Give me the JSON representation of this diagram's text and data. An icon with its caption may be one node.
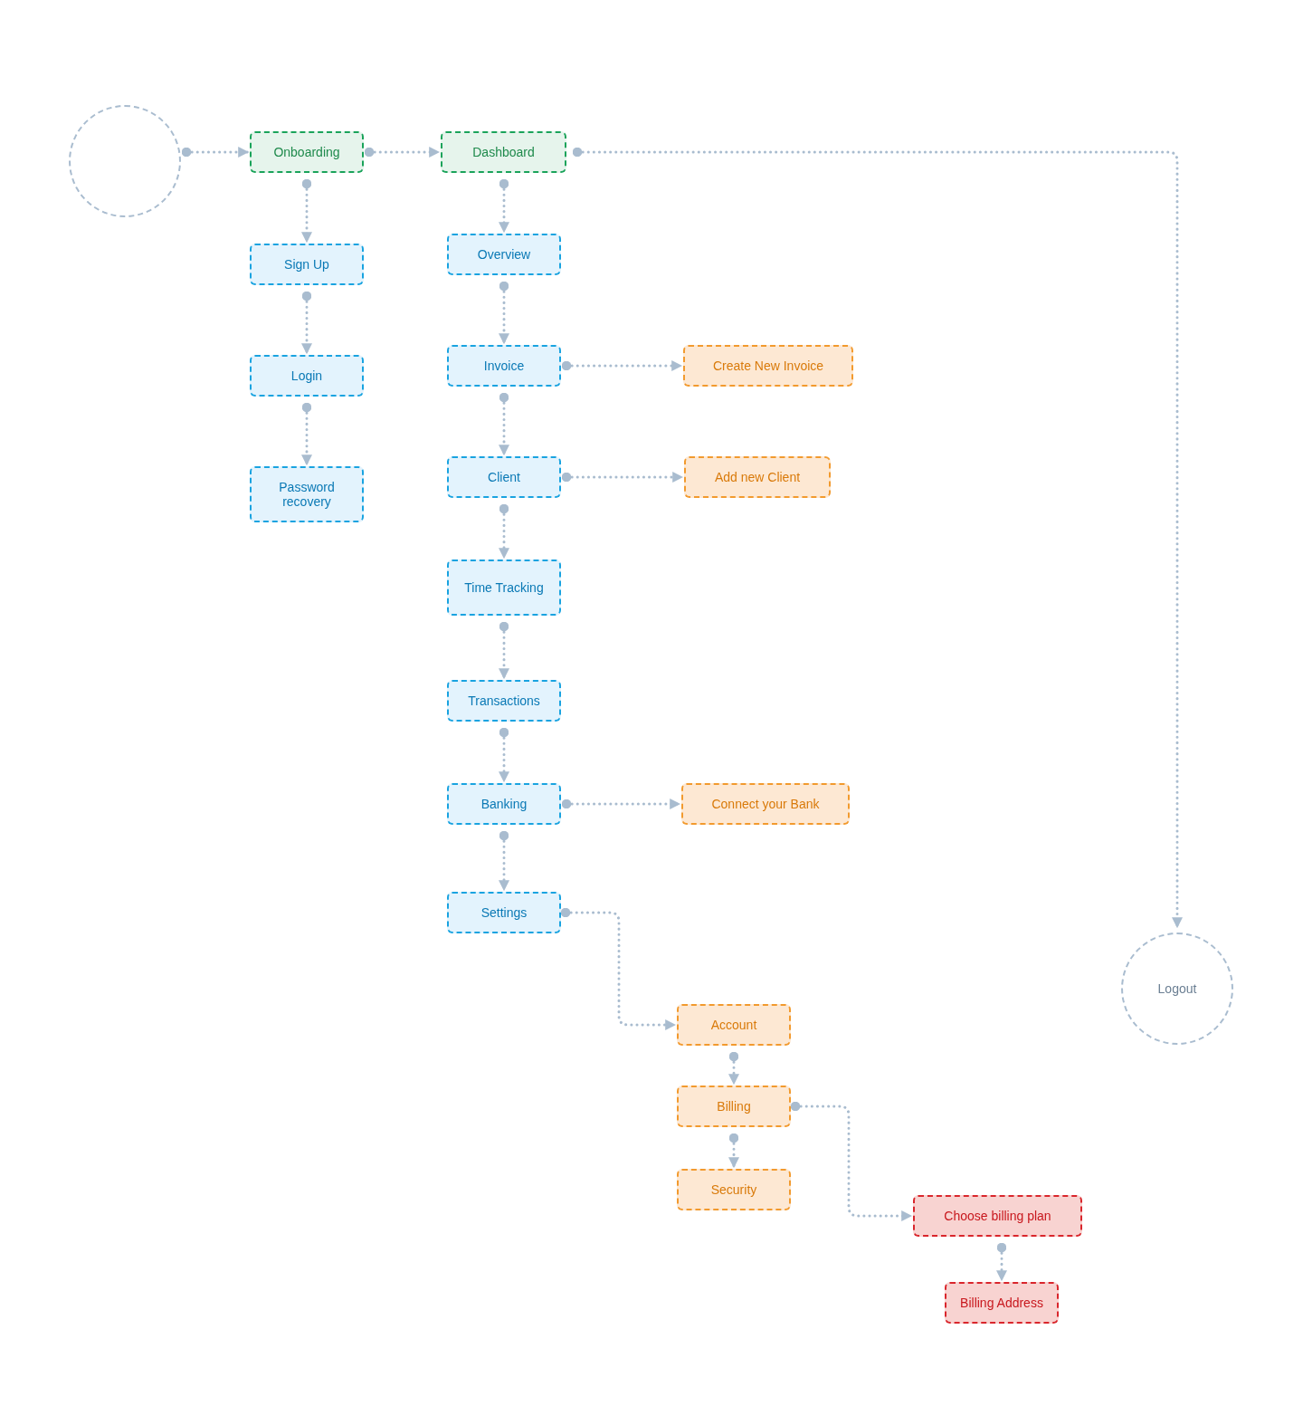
{
  "diagram": {
    "nodes": [
      {
        "text": [],
        "shape": "circle"
      },
      {
        "text": [
          "Onboarding"
        ]
      },
      {
        "text": [
          "Dashboard"
        ]
      },
      {
        "text": [
          "Sign Up"
        ]
      },
      {
        "text": [
          "Login"
        ]
      },
      {
        "text": [
          "Password recovery"
        ]
      },
      {
        "text": [
          "Overview"
        ]
      },
      {
        "text": [
          "Invoice"
        ]
      },
      {
        "text": [
          "Create New Invoice"
        ]
      },
      {
        "text": [
          "Client"
        ]
      },
      {
        "text": [
          "Add new Client"
        ]
      },
      {
        "text": [
          "Time Tracking"
        ]
      },
      {
        "text": [
          "Transactions"
        ]
      },
      {
        "text": [
          "Banking"
        ]
      },
      {
        "text": [
          "Connect your Bank"
        ]
      },
      {
        "text": [
          "Settings"
        ]
      },
      {
        "text": [
          "Account"
        ]
      },
      {
        "text": [
          "Billing"
        ]
      },
      {
        "text": [
          "Security"
        ]
      },
      {
        "text": [
          "Choose billing plan"
        ]
      },
      {
        "text": [
          "Billing Address"
        ]
      },
      {
        "text": [
          "Logout"
        ]
      }
    ],
    "edges": [
      {
        "from": 0,
        "to": 1,
        "arrow": "to"
      },
      {
        "from": 1,
        "to": 2,
        "arrow": "to"
      },
      {
        "from": 2,
        "to": 21,
        "arrow": "to"
      },
      {
        "from": 1,
        "to": 3,
        "arrow": "to"
      },
      {
        "from": 3,
        "to": 4,
        "arrow": "to"
      },
      {
        "from": 4,
        "to": 5,
        "arrow": "to"
      },
      {
        "from": 2,
        "to": 6,
        "arrow": "to"
      },
      {
        "from": 6,
        "to": 7,
        "arrow": "to"
      },
      {
        "from": 7,
        "to": 8,
        "arrow": "to"
      },
      {
        "from": 7,
        "to": 9,
        "arrow": "to"
      },
      {
        "from": 9,
        "to": 10,
        "arrow": "to"
      },
      {
        "from": 9,
        "to": 11,
        "arrow": "to"
      },
      {
        "from": 11,
        "to": 12,
        "arrow": "to"
      },
      {
        "from": 12,
        "to": 13,
        "arrow": "to"
      },
      {
        "from": 13,
        "to": 14,
        "arrow": "to"
      },
      {
        "from": 13,
        "to": 15,
        "arrow": "to"
      },
      {
        "from": 15,
        "to": 16,
        "arrow": "to"
      },
      {
        "from": 16,
        "to": 17,
        "arrow": "to"
      },
      {
        "from": 17,
        "to": 18,
        "arrow": "to"
      },
      {
        "from": 17,
        "to": 19,
        "arrow": "to"
      },
      {
        "from": 19,
        "to": 20,
        "arrow": "to"
      }
    ]
  }
}
